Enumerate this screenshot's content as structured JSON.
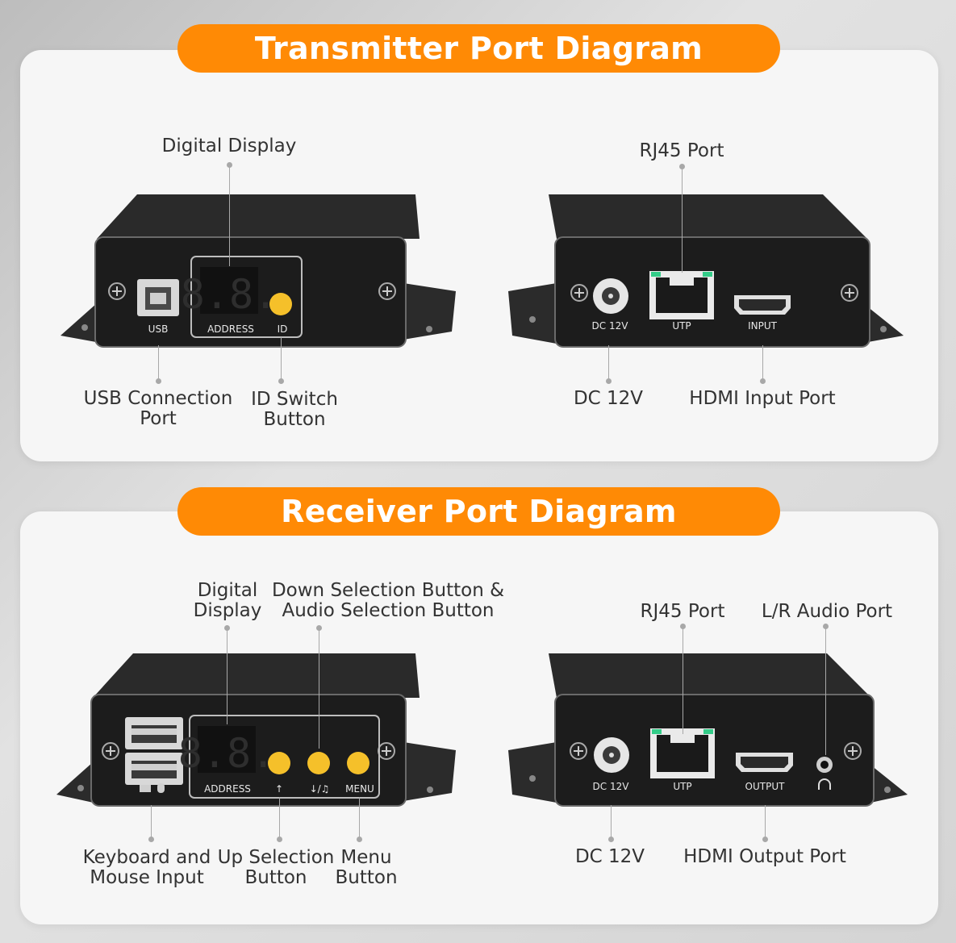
{
  "transmitter": {
    "title": "Transmitter Port Diagram",
    "callouts": {
      "digital_display": "Digital Display",
      "rj45_port": "RJ45 Port",
      "usb_line1": "USB Connection",
      "usb_line2": "Port",
      "id_line1": "ID Switch",
      "id_line2": "Button",
      "dc": "DC 12V",
      "hdmi_input": "HDMI Input Port"
    },
    "front_panel": {
      "usb": "USB",
      "address": "ADDRESS",
      "id": "ID",
      "display_digits": "8.8."
    },
    "rear_panel": {
      "dc": "DC 12V",
      "utp": "UTP",
      "input": "INPUT"
    }
  },
  "receiver": {
    "title": "Receiver Port Diagram",
    "callouts": {
      "digital_line1": "Digital",
      "digital_line2": "Display",
      "down_line1": "Down Selection Button &",
      "down_line2": "Audio Selection Button",
      "rj45_port": "RJ45 Port",
      "audio_port": "L/R Audio Port",
      "kb_line1": "Keyboard and",
      "kb_line2": "Mouse Input",
      "up_line1": "Up Selection",
      "up_line2": "Button",
      "menu_line1": "Menu",
      "menu_line2": "Button",
      "dc": "DC 12V",
      "hdmi_output": "HDMI Output Port"
    },
    "front_panel": {
      "address": "ADDRESS",
      "up": "↑",
      "down_audio": "↓/♫",
      "menu": "MENU",
      "display_digits": "8.8."
    },
    "rear_panel": {
      "dc": "DC 12V",
      "utp": "UTP",
      "output": "OUTPUT"
    }
  },
  "colors": {
    "accent": "#ff8a05",
    "device_body": "#1c1c1c",
    "button": "#f5c02a"
  }
}
